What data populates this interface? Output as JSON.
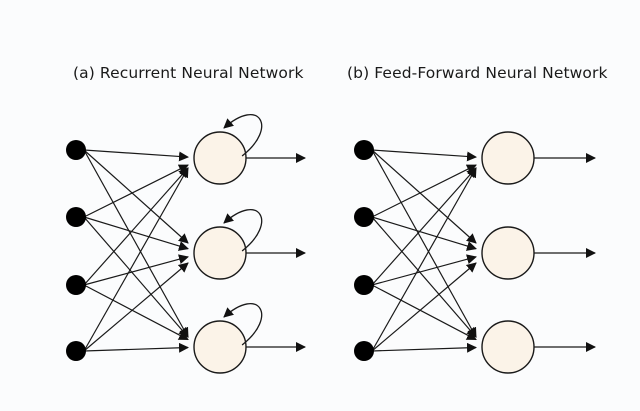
{
  "panels": [
    {
      "id": "a",
      "title": "(a) Recurrent Neural Network",
      "type": "recurrent",
      "input_nodes": 4,
      "hidden_nodes": 3,
      "self_loops": true,
      "connections": "fully-connected",
      "outputs_per_hidden": 1
    },
    {
      "id": "b",
      "title": "(b) Feed-Forward Neural Network",
      "type": "feed-forward",
      "input_nodes": 4,
      "hidden_nodes": 3,
      "self_loops": false,
      "connections": "fully-connected",
      "outputs_per_hidden": 1
    }
  ],
  "colors": {
    "input_node": "#000000",
    "hidden_fill": "#fbf3e8",
    "stroke": "#1a1a1a",
    "background": "#fbfcfd"
  }
}
